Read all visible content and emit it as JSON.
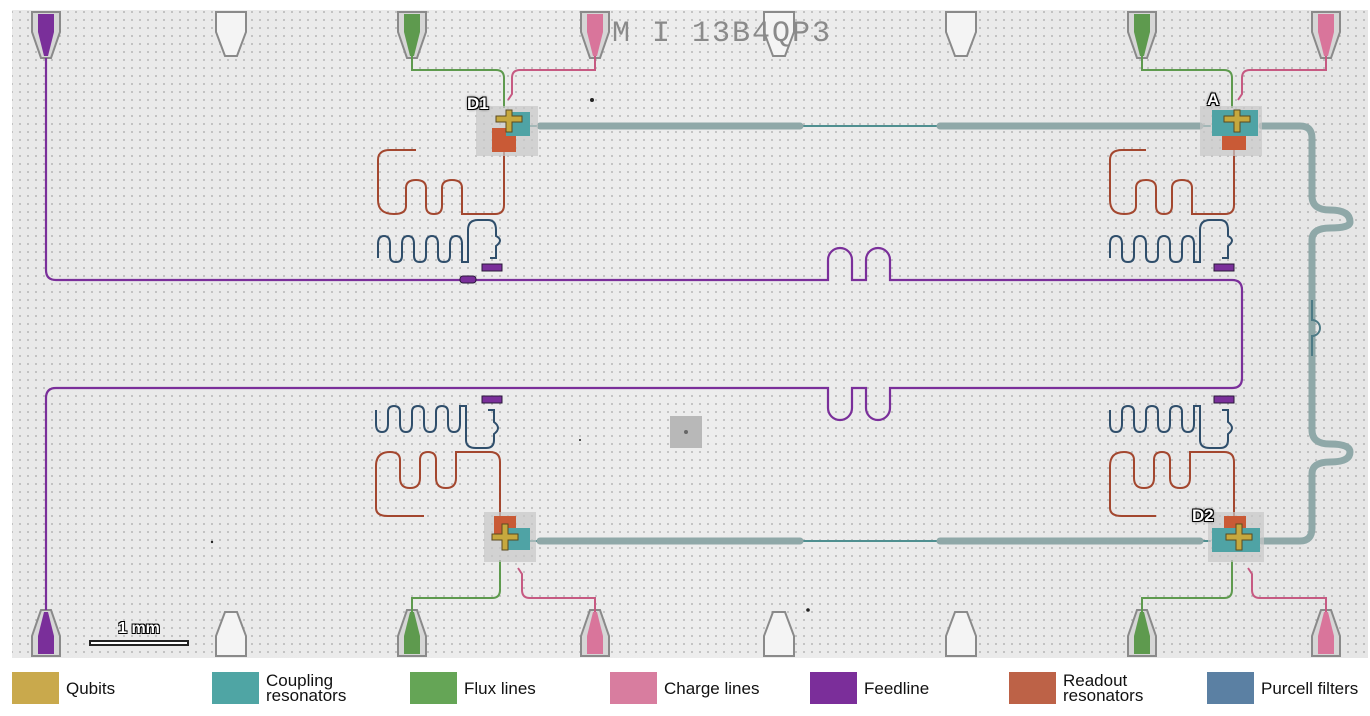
{
  "chip": {
    "id_text": "M I 13B4QP3",
    "scale_bar_label": "1 mm",
    "qubit_labels": [
      "D1",
      "A",
      "D2"
    ]
  },
  "colors": {
    "qubits": "#c6a83e",
    "coupling_resonators": "#4fa3a5",
    "flux_lines": "#5e9a4e",
    "charge_lines": "#d9759b",
    "feedline": "#7a2f9a",
    "readout_resonators": "#b85a3e",
    "purcell_filters": "#5e82a3"
  },
  "legend": {
    "items": [
      {
        "label": "Qubits",
        "color": "#c9a94c"
      },
      {
        "label": "Coupling\nresonators",
        "color": "#4fa5a4"
      },
      {
        "label": "Flux lines",
        "color": "#65a556"
      },
      {
        "label": "Charge lines",
        "color": "#d87d9f"
      },
      {
        "label": "Feedline",
        "color": "#7b2e9a"
      },
      {
        "label": "Readout\nresonators",
        "color": "#bd6247"
      },
      {
        "label": "Purcell filters",
        "color": "#5b80a3"
      }
    ]
  }
}
